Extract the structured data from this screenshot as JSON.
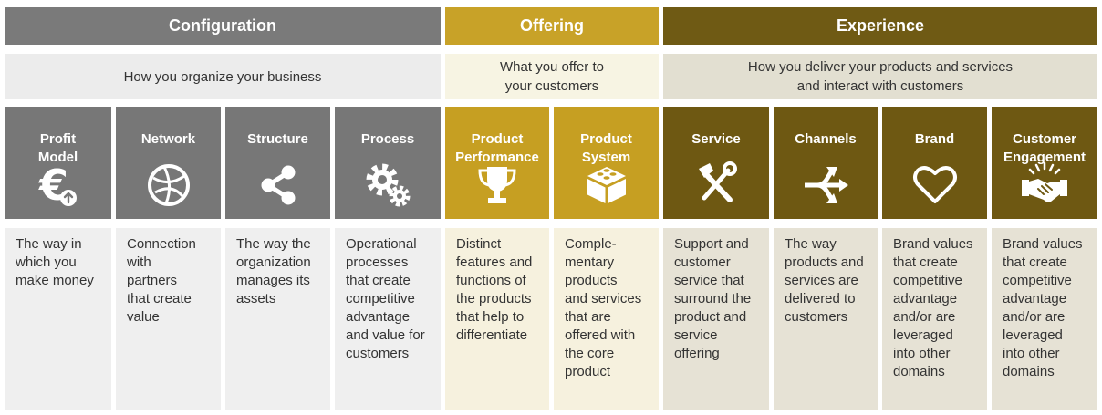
{
  "colors": {
    "configuration": "#7a7a7a",
    "offering": "#c8a228",
    "experience": "#6f5a14"
  },
  "groups": [
    {
      "title": "Configuration",
      "subtitle": "How you organize your business"
    },
    {
      "title": "Offering",
      "subtitle": "What you offer to\nyour customers"
    },
    {
      "title": "Experience",
      "subtitle": "How you deliver your products and services\nand interact with customers"
    }
  ],
  "categories": [
    {
      "label": "Profit\nModel",
      "icon": "euro-icon",
      "description": "The way in\nwhich you\nmake money"
    },
    {
      "label": "Network",
      "icon": "globe-icon",
      "description": "Connection\nwith\npartners\nthat create\nvalue"
    },
    {
      "label": "Structure",
      "icon": "share-icon",
      "description": "The way the\norganization\nmanages its\nassets"
    },
    {
      "label": "Process",
      "icon": "gears-icon",
      "description": "Operational\nprocesses\nthat create\ncompetitive\nadvantage\nand value for\ncustomers"
    },
    {
      "label": "Product\nPerformance",
      "icon": "trophy-icon",
      "description": "Distinct\nfeatures and\nfunctions of\nthe products\nthat help to\ndifferentiate"
    },
    {
      "label": "Product\nSystem",
      "icon": "building-block-icon",
      "description": "Comple-\nmentary\nproducts\nand services\nthat are\noffered with\nthe core\nproduct"
    },
    {
      "label": "Service",
      "icon": "tools-icon",
      "description": "Support and\ncustomer\nservice that\nsurround the\nproduct and\nservice\noffering"
    },
    {
      "label": "Channels",
      "icon": "diverging-arrows-icon",
      "description": "The way\nproducts and\nservices are\ndelivered to\ncustomers"
    },
    {
      "label": "Brand",
      "icon": "heart-icon",
      "description": "Brand values\nthat create\ncompetitive\nadvantage\nand/or are\nleveraged\ninto other\ndomains"
    },
    {
      "label": "Customer\nEngagement",
      "icon": "handshake-icon",
      "description": "Brand values\nthat create\ncompetitive\nadvantage\nand/or are\nleveraged\ninto other\ndomains"
    }
  ]
}
